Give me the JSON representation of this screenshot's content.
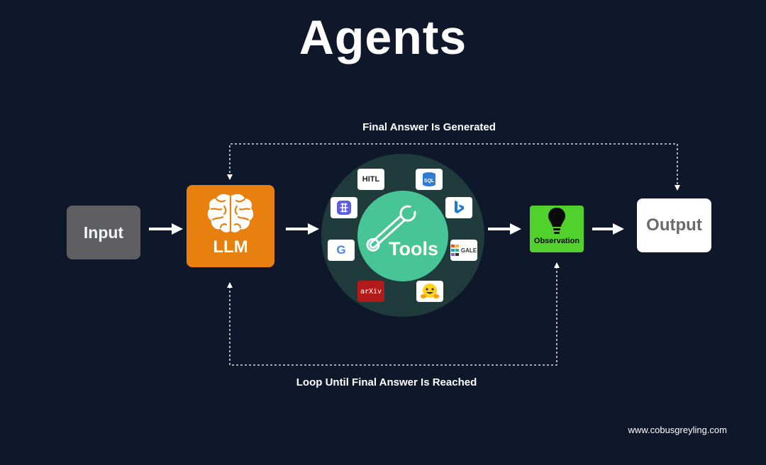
{
  "title": "Agents",
  "captions": {
    "top": "Final Answer Is Generated",
    "bottom": "Loop Until Final Answer Is Reached"
  },
  "nodes": {
    "input": "Input",
    "llm": "LLM",
    "tools": "Tools",
    "observation": "Observation",
    "output": "Output"
  },
  "tool_icons": {
    "hitl": "HITL",
    "sql": "SQL",
    "gale": "GALE",
    "arxiv": "arXiv",
    "google": "G",
    "names": [
      "hitl-icon",
      "sql-database-icon",
      "bing-icon",
      "gale-icon",
      "hugging-face-icon",
      "arxiv-icon",
      "google-icon",
      "app-icon"
    ]
  },
  "colors": {
    "background": "#0f172a",
    "input": "#5f5f61",
    "llm": "#e8800f",
    "tools_ring": "#1f3b3c",
    "tools_core": "#47c596",
    "observation": "#52d12d",
    "output": "#ffffff"
  },
  "footer": "www.cobusgreyling.com"
}
